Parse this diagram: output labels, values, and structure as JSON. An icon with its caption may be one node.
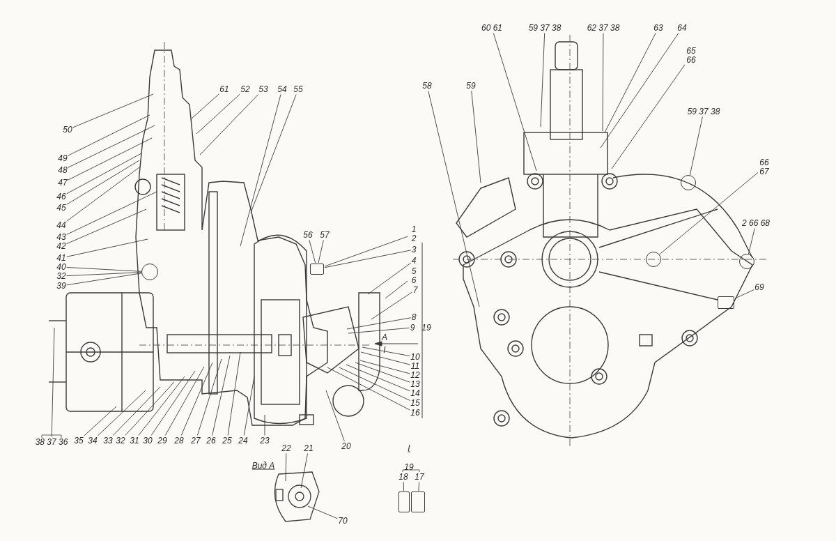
{
  "diagram": {
    "nodes": [
      {
        "text": [
          "50"
        ]
      },
      {
        "text": [
          "49"
        ]
      },
      {
        "text": [
          "48"
        ]
      },
      {
        "text": [
          "47"
        ]
      },
      {
        "text": [
          "46"
        ]
      },
      {
        "text": [
          "45"
        ]
      },
      {
        "text": [
          "44"
        ]
      },
      {
        "text": [
          "43"
        ]
      },
      {
        "text": [
          "42"
        ]
      },
      {
        "text": [
          "41"
        ]
      },
      {
        "text": [
          "40"
        ]
      },
      {
        "text": [
          "32"
        ]
      },
      {
        "text": [
          "39"
        ]
      },
      {
        "text": [
          "61"
        ]
      },
      {
        "text": [
          "52"
        ]
      },
      {
        "text": [
          "53"
        ]
      },
      {
        "text": [
          "54"
        ]
      },
      {
        "text": [
          "55"
        ]
      },
      {
        "text": [
          "56"
        ]
      },
      {
        "text": [
          "57"
        ]
      },
      {
        "text": [
          "1 2"
        ]
      },
      {
        "text": [
          "3"
        ]
      },
      {
        "text": [
          "4"
        ]
      },
      {
        "text": [
          "5 6"
        ]
      },
      {
        "text": [
          "7"
        ]
      },
      {
        "text": [
          "8"
        ]
      },
      {
        "text": [
          "9"
        ]
      },
      {
        "text": [
          "10"
        ]
      },
      {
        "text": [
          "11"
        ]
      },
      {
        "text": [
          "12"
        ]
      },
      {
        "text": [
          "13"
        ]
      },
      {
        "text": [
          "14"
        ]
      },
      {
        "text": [
          "15"
        ]
      },
      {
        "text": [
          "16"
        ]
      },
      {
        "text": [
          "38 37 36"
        ]
      },
      {
        "text": [
          "35"
        ]
      },
      {
        "text": [
          "34"
        ]
      },
      {
        "text": [
          "33"
        ]
      },
      {
        "text": [
          "32"
        ]
      },
      {
        "text": [
          "31"
        ]
      },
      {
        "text": [
          "30"
        ]
      },
      {
        "text": [
          "29"
        ]
      },
      {
        "text": [
          "28"
        ]
      },
      {
        "text": [
          "27"
        ]
      },
      {
        "text": [
          "26"
        ]
      },
      {
        "text": [
          "25"
        ]
      },
      {
        "text": [
          "24"
        ]
      },
      {
        "text": [
          "23"
        ]
      },
      {
        "text": [
          "20"
        ]
      },
      {
        "text": [
          "22"
        ]
      },
      {
        "text": [
          "21"
        ]
      },
      {
        "text": [
          "70"
        ]
      },
      {
        "text": [
          "18"
        ]
      },
      {
        "text": [
          "17"
        ]
      },
      {
        "text": [
          "60 61"
        ]
      },
      {
        "text": [
          "59 37 38"
        ]
      },
      {
        "text": [
          "62 37 38"
        ]
      },
      {
        "text": [
          "63"
        ]
      },
      {
        "text": [
          "64"
        ]
      },
      {
        "text": [
          "65 66"
        ]
      },
      {
        "text": [
          "58"
        ]
      },
      {
        "text": [
          "59"
        ]
      },
      {
        "text": [
          "59 37 38"
        ]
      },
      {
        "text": [
          "66 67"
        ]
      },
      {
        "text": [
          "2 66 68"
        ]
      },
      {
        "text": [
          "69"
        ]
      },
      {
        "text": [],
        "shape": "circle"
      },
      {
        "text": [],
        "shape": "box"
      },
      {
        "text": [],
        "shape": "circle"
      },
      {
        "text": [],
        "shape": "circle"
      },
      {
        "text": [],
        "shape": "circle"
      },
      {
        "text": [],
        "shape": "box"
      },
      {
        "text": [],
        "shape": "box"
      },
      {
        "text": [],
        "shape": "box"
      }
    ],
    "edges": [
      {
        "from": 0,
        "to": null,
        "arrow": "none"
      },
      {
        "from": 1,
        "to": null,
        "arrow": "none"
      },
      {
        "from": 2,
        "to": null,
        "arrow": "none"
      },
      {
        "from": 3,
        "to": null,
        "arrow": "none"
      },
      {
        "from": 4,
        "to": null,
        "arrow": "none"
      },
      {
        "from": 5,
        "to": null,
        "arrow": "none"
      },
      {
        "from": 6,
        "to": null,
        "arrow": "none"
      },
      {
        "from": 7,
        "to": null,
        "arrow": "none"
      },
      {
        "from": 8,
        "to": null,
        "arrow": "none"
      },
      {
        "from": 9,
        "to": null,
        "arrow": "none"
      },
      {
        "from": 10,
        "to": 66,
        "arrow": "none"
      },
      {
        "from": 11,
        "to": 66,
        "arrow": "none"
      },
      {
        "from": 12,
        "to": 66,
        "arrow": "none"
      },
      {
        "from": 13,
        "to": null,
        "arrow": "none"
      },
      {
        "from": 14,
        "to": null,
        "arrow": "none"
      },
      {
        "from": 15,
        "to": null,
        "arrow": "none"
      },
      {
        "from": 16,
        "to": null,
        "arrow": "none"
      },
      {
        "from": 17,
        "to": null,
        "arrow": "none"
      },
      {
        "from": 18,
        "to": 67,
        "arrow": "none"
      },
      {
        "from": 19,
        "to": 67,
        "arrow": "none"
      },
      {
        "from": 20,
        "to": 67,
        "arrow": "none"
      },
      {
        "from": 21,
        "to": 67,
        "arrow": "none"
      },
      {
        "from": 22,
        "to": null,
        "arrow": "none"
      },
      {
        "from": 23,
        "to": null,
        "arrow": "none"
      },
      {
        "from": 24,
        "to": null,
        "arrow": "none"
      },
      {
        "from": 25,
        "to": null,
        "arrow": "none"
      },
      {
        "from": 26,
        "to": null,
        "arrow": "none"
      },
      {
        "from": 27,
        "to": null,
        "arrow": "none"
      },
      {
        "from": 28,
        "to": null,
        "arrow": "none"
      },
      {
        "from": 29,
        "to": null,
        "arrow": "none"
      },
      {
        "from": 30,
        "to": null,
        "arrow": "none"
      },
      {
        "from": 31,
        "to": null,
        "arrow": "none"
      },
      {
        "from": 32,
        "to": null,
        "arrow": "none"
      },
      {
        "from": 33,
        "to": null,
        "arrow": "none"
      },
      {
        "from": 34,
        "to": null,
        "arrow": "none"
      },
      {
        "from": 35,
        "to": null,
        "arrow": "none"
      },
      {
        "from": 36,
        "to": null,
        "arrow": "none"
      },
      {
        "from": 37,
        "to": null,
        "arrow": "none"
      },
      {
        "from": 38,
        "to": null,
        "arrow": "none"
      },
      {
        "from": 39,
        "to": null,
        "arrow": "none"
      },
      {
        "from": 40,
        "to": null,
        "arrow": "none"
      },
      {
        "from": 41,
        "to": null,
        "arrow": "none"
      },
      {
        "from": 42,
        "to": null,
        "arrow": "none"
      },
      {
        "from": 43,
        "to": null,
        "arrow": "none"
      },
      {
        "from": 44,
        "to": null,
        "arrow": "none"
      },
      {
        "from": 45,
        "to": null,
        "arrow": "none"
      },
      {
        "from": 46,
        "to": null,
        "arrow": "none"
      },
      {
        "from": 47,
        "to": null,
        "arrow": "none"
      },
      {
        "from": 48,
        "to": null,
        "arrow": "none"
      },
      {
        "from": 49,
        "to": null,
        "arrow": "none"
      },
      {
        "from": 50,
        "to": null,
        "arrow": "none"
      },
      {
        "from": 51,
        "to": null,
        "arrow": "none"
      },
      {
        "from": 52,
        "to": 72,
        "arrow": "none"
      },
      {
        "from": 53,
        "to": 73,
        "arrow": "none"
      },
      {
        "from": 54,
        "to": null,
        "arrow": "none"
      },
      {
        "from": 55,
        "to": null,
        "arrow": "none"
      },
      {
        "from": 56,
        "to": null,
        "arrow": "none"
      },
      {
        "from": 57,
        "to": null,
        "arrow": "none"
      },
      {
        "from": 58,
        "to": null,
        "arrow": "none"
      },
      {
        "from": 59,
        "to": null,
        "arrow": "none"
      },
      {
        "from": 60,
        "to": null,
        "arrow": "none"
      },
      {
        "from": 61,
        "to": null,
        "arrow": "none"
      },
      {
        "from": 62,
        "to": 68,
        "arrow": "none"
      },
      {
        "from": 63,
        "to": 69,
        "arrow": "none"
      },
      {
        "from": 64,
        "to": 70,
        "arrow": "none"
      },
      {
        "from": 65,
        "to": 71,
        "arrow": "none"
      }
    ],
    "labels": [
      "19",
      "A",
      "I",
      "Вид А",
      "I",
      "19"
    ]
  }
}
